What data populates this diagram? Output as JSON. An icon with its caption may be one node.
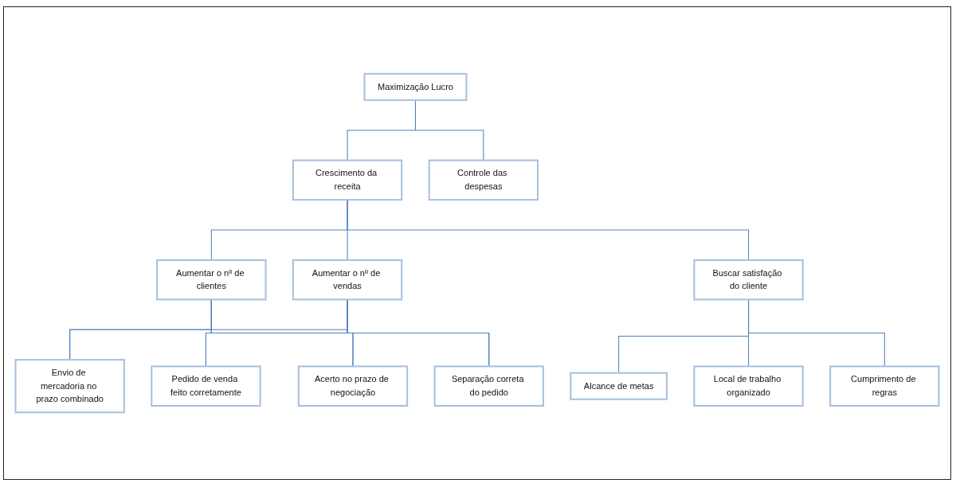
{
  "diagram": {
    "nodes": [
      {
        "text": [
          "Maximização Lucro"
        ]
      },
      {
        "text": [
          "Crescimento da receita"
        ]
      },
      {
        "text": [
          "Controle das despesas"
        ]
      },
      {
        "text": [
          "Aumentar o nº de clientes"
        ]
      },
      {
        "text": [
          "Aumentar o nº de vendas"
        ]
      },
      {
        "text": [
          "Buscar satisfação do cliente"
        ]
      },
      {
        "text": [
          "Envio de mercadoria no prazo combinado"
        ]
      },
      {
        "text": [
          "Pedido de venda feito corretamente"
        ]
      },
      {
        "text": [
          "Acerto no prazo de negociação"
        ]
      },
      {
        "text": [
          "Separação correta do pedido"
        ]
      },
      {
        "text": [
          "Alcance de metas"
        ]
      },
      {
        "text": [
          "Local de trabalho organizado"
        ]
      },
      {
        "text": [
          "Cumprimento de regras"
        ]
      }
    ],
    "edges": [
      {
        "from": 0,
        "to": 1,
        "arrow": "none"
      },
      {
        "from": 0,
        "to": 2,
        "arrow": "none"
      },
      {
        "from": 1,
        "to": 3,
        "arrow": "none"
      },
      {
        "from": 1,
        "to": 4,
        "arrow": "none"
      },
      {
        "from": 1,
        "to": 5,
        "arrow": "none"
      },
      {
        "from": 3,
        "to": 6,
        "arrow": "none"
      },
      {
        "from": 3,
        "to": 7,
        "arrow": "none"
      },
      {
        "from": 3,
        "to": 8,
        "arrow": "none"
      },
      {
        "from": 3,
        "to": 9,
        "arrow": "none"
      },
      {
        "from": 4,
        "to": 6,
        "arrow": "none"
      },
      {
        "from": 4,
        "to": 7,
        "arrow": "none"
      },
      {
        "from": 4,
        "to": 8,
        "arrow": "none"
      },
      {
        "from": 4,
        "to": 9,
        "arrow": "none"
      },
      {
        "from": 5,
        "to": 10,
        "arrow": "none"
      },
      {
        "from": 5,
        "to": 11,
        "arrow": "none"
      },
      {
        "from": 5,
        "to": 12,
        "arrow": "none"
      }
    ]
  }
}
